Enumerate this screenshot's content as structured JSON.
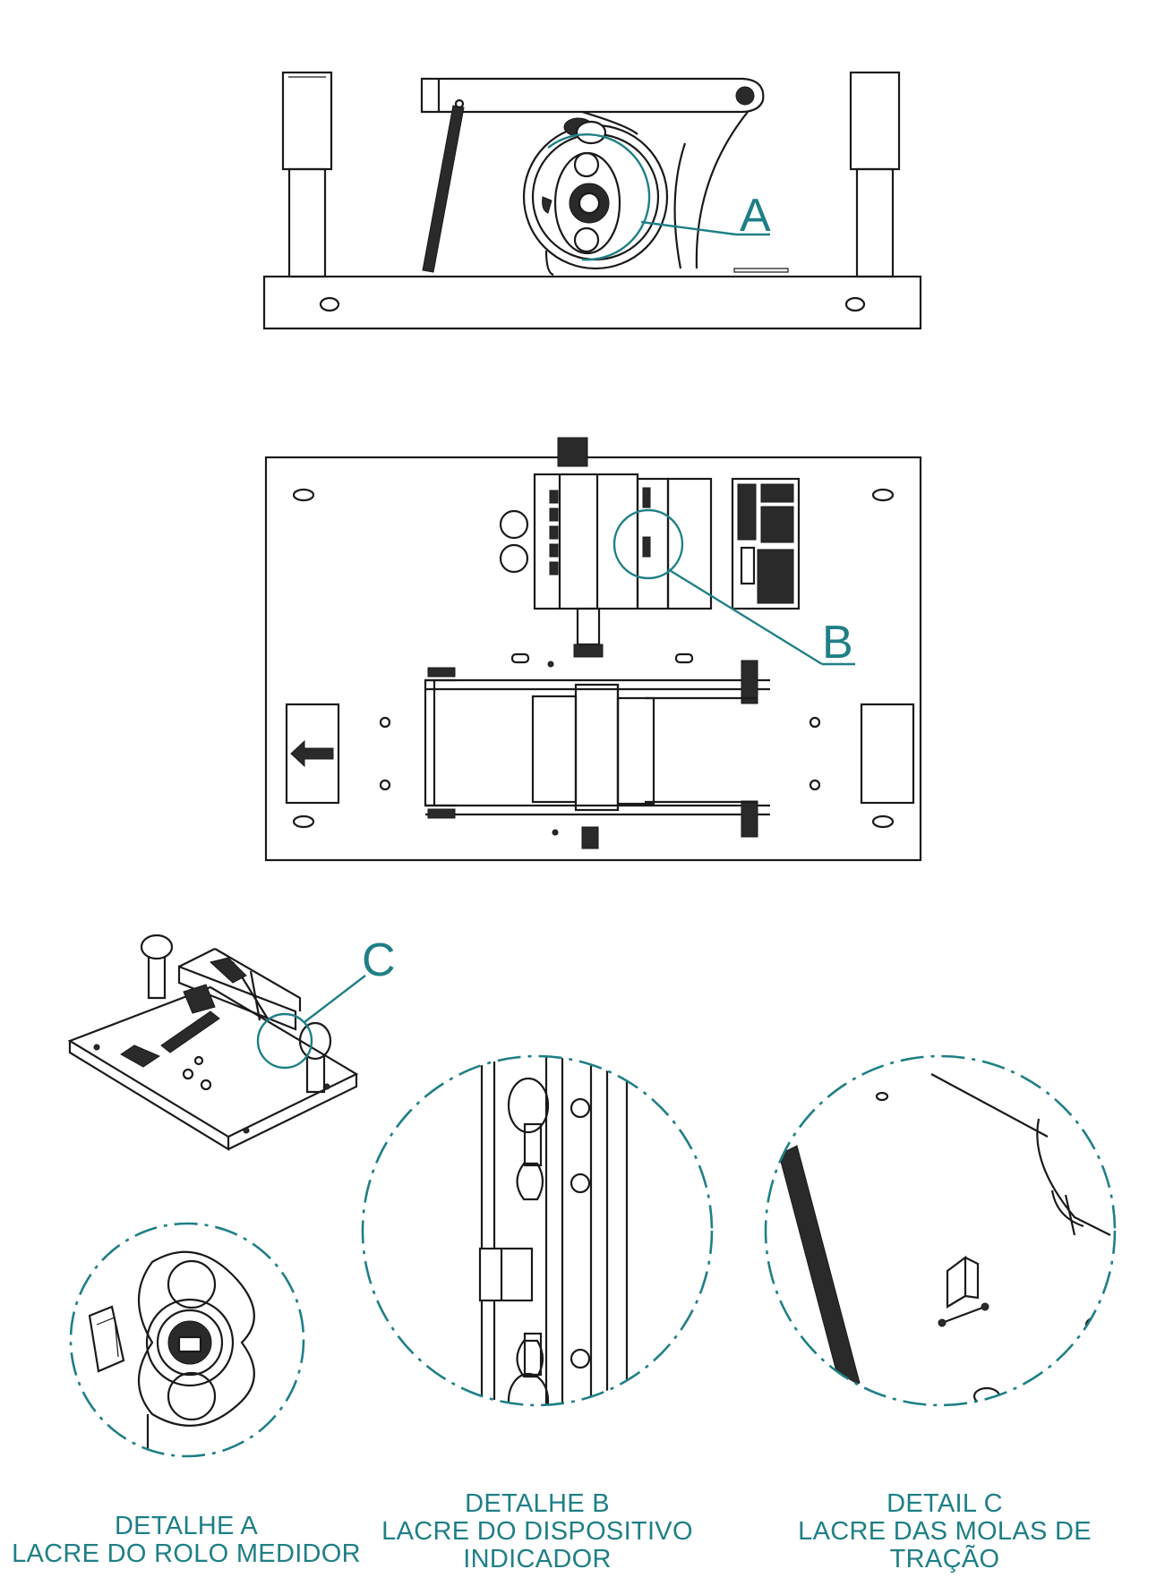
{
  "callouts": {
    "a": "A",
    "b": "B",
    "c": "C"
  },
  "captions": {
    "detail_a": {
      "title": "DETALHE A",
      "subtitle": "LACRE DO ROLO MEDIDOR"
    },
    "detail_b": {
      "title": "DETALHE B",
      "line1": "LACRE DO DISPOSITIVO",
      "line2": "INDICADOR"
    },
    "detail_c": {
      "title": "DETAIL C",
      "line1": "LACRE DAS MOLAS DE",
      "line2": "TRAÇÃO"
    }
  },
  "colors": {
    "annotation": "#1f7f86",
    "linework": "#1a1a1a",
    "background": "#ffffff"
  }
}
